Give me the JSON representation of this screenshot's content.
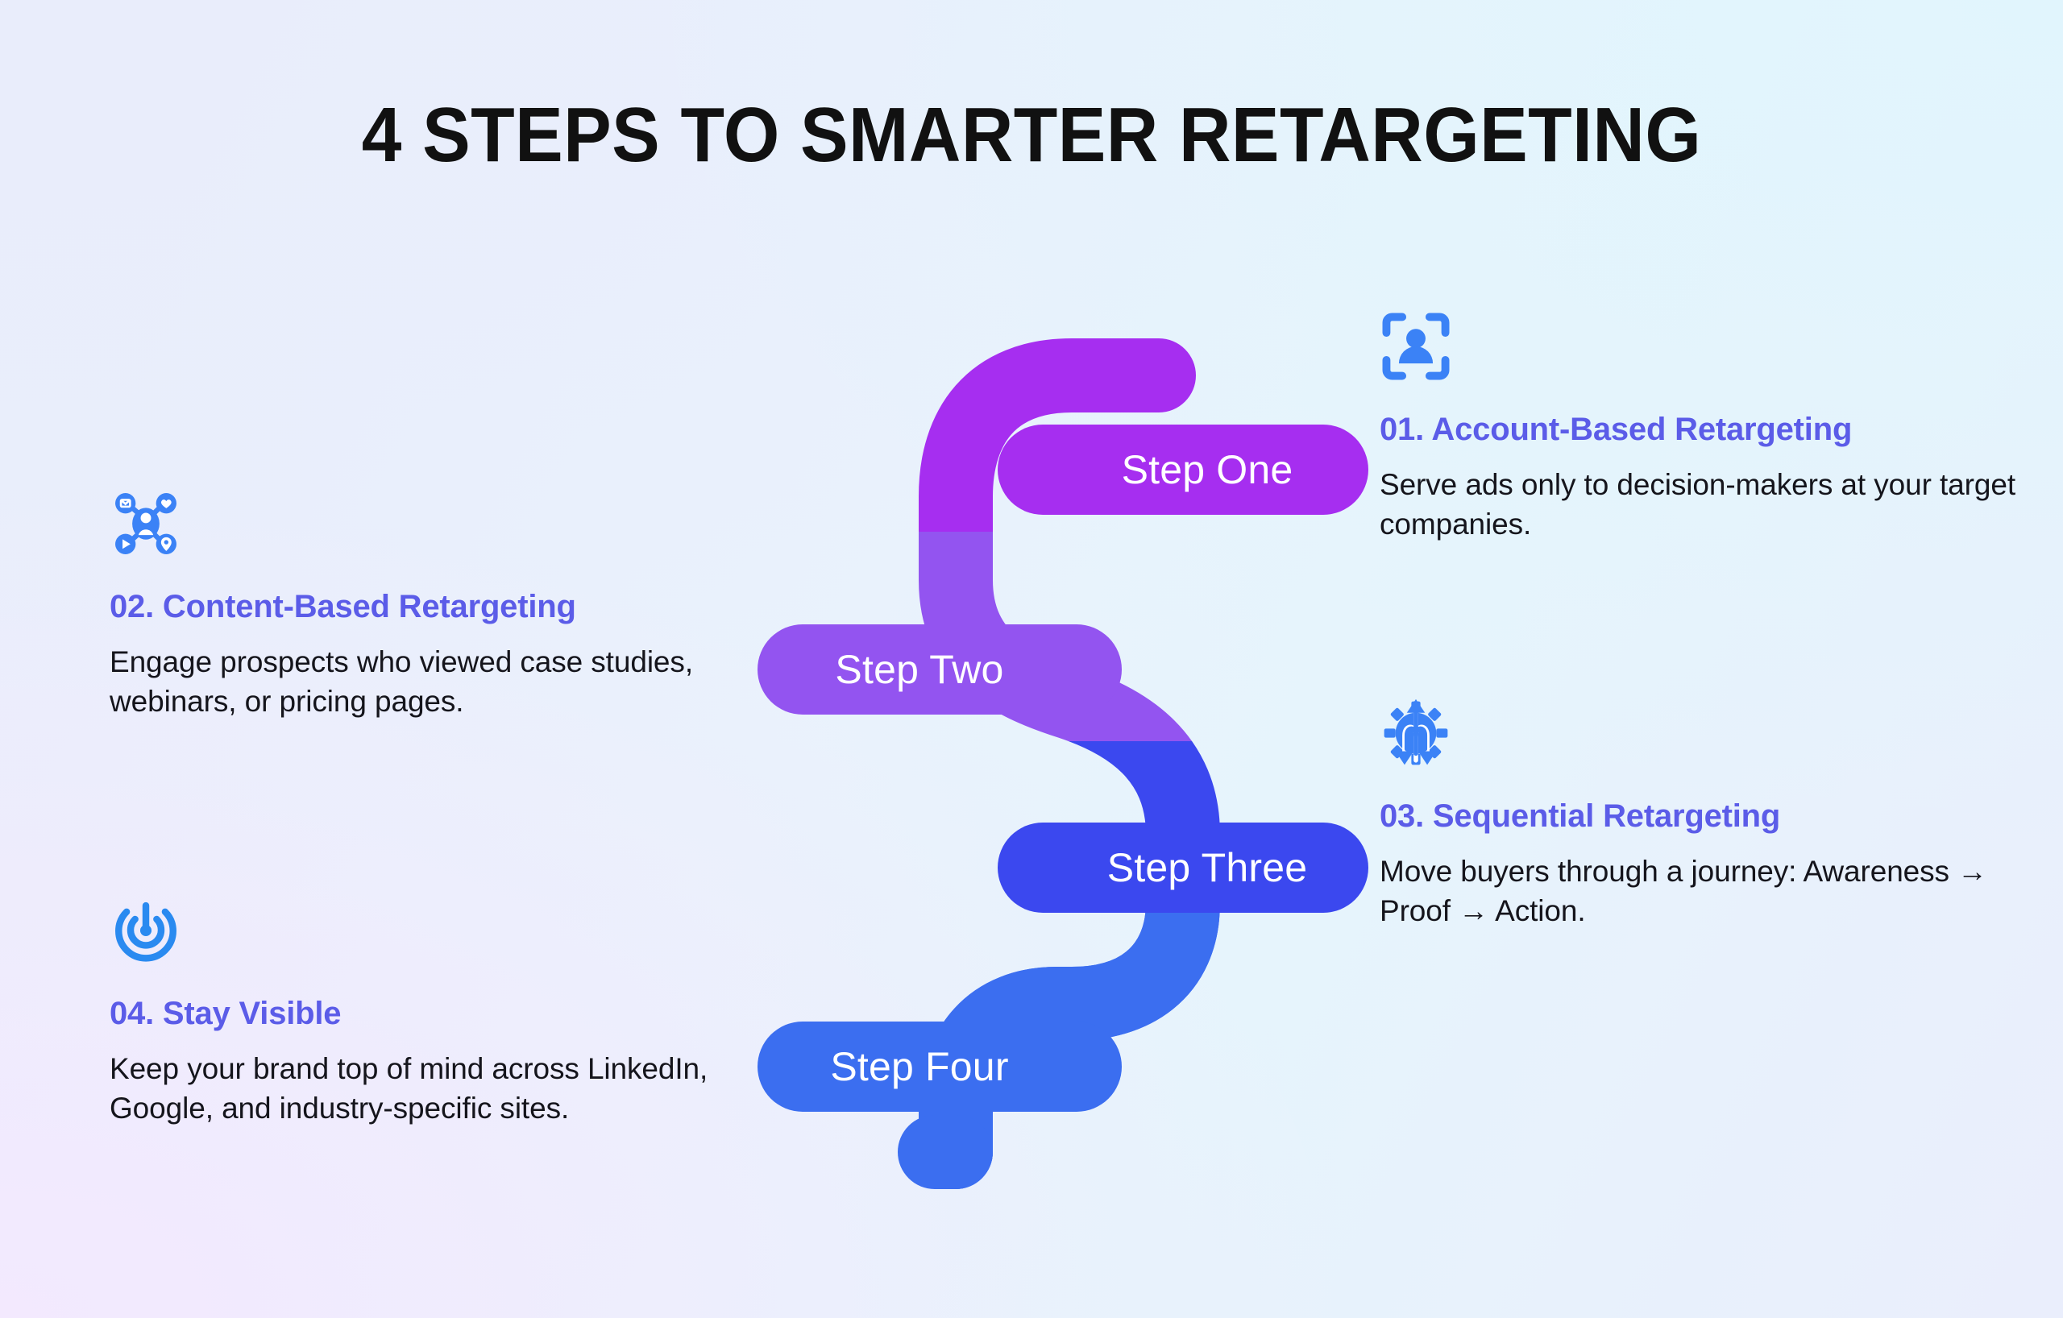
{
  "title": "4 STEPS TO SMARTER RETARGETING",
  "colors": {
    "heading": "#5b5ce8",
    "body_text": "#15151c",
    "icon_blue": "#3b82f6",
    "step_one": "#a62ef0",
    "step_two": "#9354f0",
    "step_three": "#3b48ef",
    "step_four": "#3b6ef0",
    "path_gap": "#e8edf9",
    "background_top_left": "#e9edfb",
    "background_top_right": "#e5f5fc",
    "background_bottom_left": "#f1eafd",
    "background_bottom_right": "#e8eefc"
  },
  "steps": [
    {
      "label": "Step One",
      "color": "#a62ef0"
    },
    {
      "label": "Step Two",
      "color": "#9354f0"
    },
    {
      "label": "Step Three",
      "color": "#3b48ef"
    },
    {
      "label": "Step Four",
      "color": "#3b6ef0"
    }
  ],
  "blocks": [
    {
      "number": "01.",
      "heading": "01. Account-Based Retargeting",
      "body": "Serve ads only to decision-makers at your target companies.",
      "icon": "person-scan-frame-icon"
    },
    {
      "number": "02.",
      "heading": "02. Content-Based Retargeting",
      "body": "Engage prospects who viewed case studies, webinars, or pricing pages.",
      "icon": "persona-network-icon"
    },
    {
      "number": "03.",
      "heading": "03. Sequential Retargeting",
      "body": "Move buyers through a journey: Awareness → Proof → Action.",
      "icon": "gear-branching-arrows-icon"
    },
    {
      "number": "04.",
      "heading": "04. Stay Visible",
      "body": "Keep your brand top of mind across LinkedIn, Google, and industry-specific sites.",
      "icon": "radar-signal-icon"
    }
  ]
}
